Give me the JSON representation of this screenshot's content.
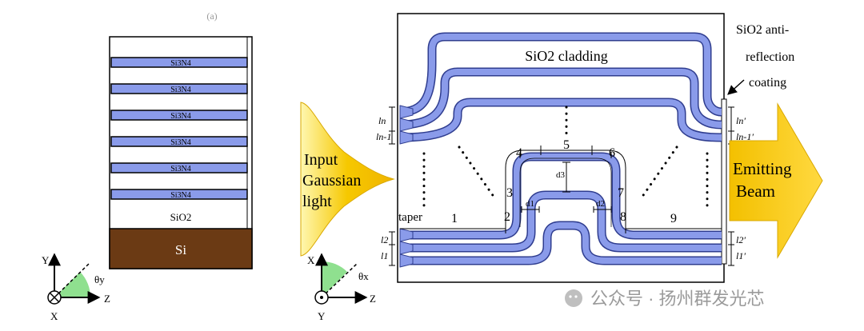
{
  "stack": {
    "top_label": "(a)",
    "layers": [
      "Si3N4",
      "Si3N4",
      "Si3N4",
      "Si3N4",
      "Si3N4",
      "Si3N4"
    ],
    "oxide": "SiO2",
    "substrate": "Si"
  },
  "axes_left": {
    "y": "Y",
    "z": "Z",
    "x": "X",
    "angle": "θy"
  },
  "axes_right": {
    "x": "X",
    "z": "Z",
    "y": "Y",
    "angle": "θx"
  },
  "input": {
    "line1": "Input",
    "line2": "Gaussian",
    "line3": "light"
  },
  "output": {
    "line1": "Emitting",
    "line2": "Beam"
  },
  "chip": {
    "cladding": "SiO2 cladding",
    "arc_line1": "SiO2 anti-",
    "arc_line2": "reflection",
    "arc_line3": "coating",
    "taper": "taper",
    "segments": [
      "1",
      "2",
      "3",
      "4",
      "5",
      "6",
      "7",
      "8",
      "9"
    ],
    "d1": "d1",
    "d2": "d2",
    "d3": "d3",
    "l_left": [
      "ln",
      "ln-1",
      "l2",
      "l1"
    ],
    "l_right": [
      "ln′",
      "ln-1′",
      "l2′",
      "l1′"
    ]
  },
  "watermark": "公众号 · 扬州群发光芯",
  "colors": {
    "waveguide": "#8a9bea",
    "waveguide_stroke": "#2f3d8f",
    "substrate": "#6b3a14",
    "arrow": "#f5c400",
    "angle": "#8fe08f"
  }
}
